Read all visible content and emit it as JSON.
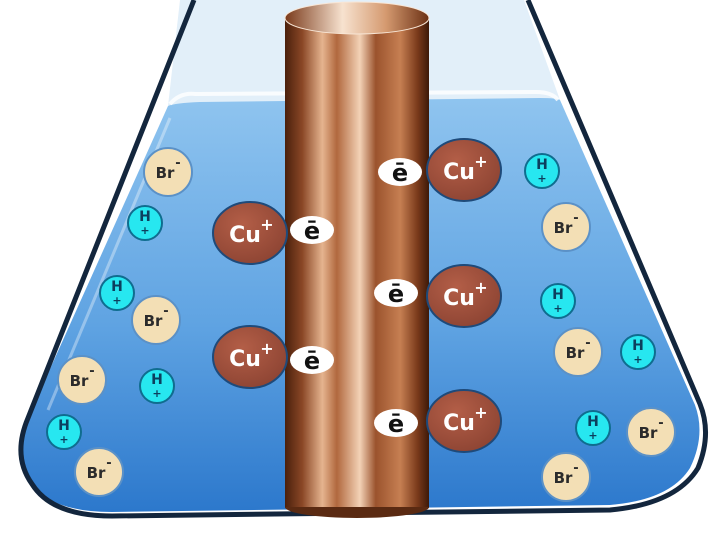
{
  "labels": {
    "bromide": "Br",
    "bromide_charge": "-",
    "hydrogen": "H",
    "hydrogen_charge": "+",
    "copper": "Cu",
    "copper_charge": "+",
    "electron": "ē"
  },
  "colors": {
    "background": "#ffffff",
    "solution_top": "#8fc4ef",
    "solution_bottom": "#2f7fd2",
    "flask_outline": "#13263d",
    "glass_upper": "#dcecf9",
    "bromide_fill": "#f3dfb5",
    "bromide_stroke": "#5b91c7",
    "bromide_text": "#2b2b2b",
    "hydrogen_fill": "#27e7f0",
    "hydrogen_stroke": "#0f6d8f",
    "hydrogen_text": "#0c3f5e",
    "copper_fill": "#a0503c",
    "copper_stroke": "#1e4a7a",
    "copper_text": "#ffffff",
    "electron_fill": "#ffffff",
    "electron_text": "#111111",
    "rod_dark": "#5a2a12",
    "rod_mid": "#b66a3e",
    "rod_light": "#f1cdb0"
  }
}
